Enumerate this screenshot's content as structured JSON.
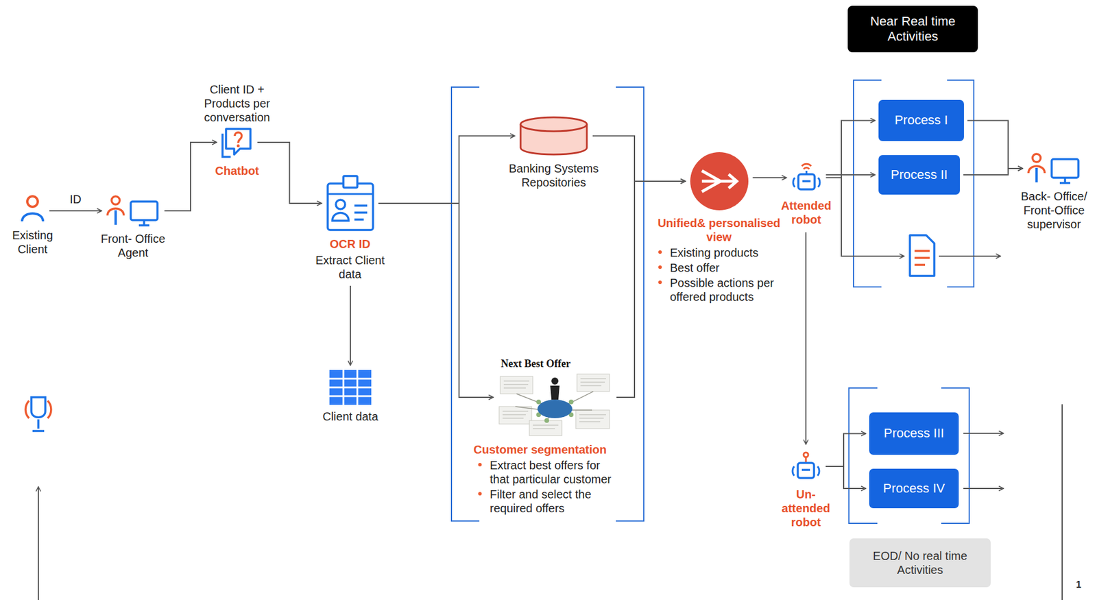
{
  "diagram": {
    "nodes": [
      {
        "text": [
          "Existing Client"
        ]
      },
      {
        "text": [
          "Front- Office Agent"
        ]
      },
      {
        "text": [
          "Client ID + Products per conversation",
          "Chatbot"
        ]
      },
      {
        "text": [
          "OCR ID",
          "Extract Client data"
        ]
      },
      {
        "text": [
          "Client data"
        ]
      },
      {
        "text": [
          "Banking Systems Repositories"
        ]
      },
      {
        "text": [
          "Customer segmentation",
          "Extract best offers for that particular customer",
          "Filter and select the required offers"
        ]
      },
      {
        "text": [
          "Unified& personalised view",
          "Existing products",
          "Best offer",
          "Possible actions per offered products"
        ]
      },
      {
        "text": [
          "Attended robot"
        ]
      },
      {
        "text": [
          "Near Real time Activities"
        ]
      },
      {
        "text": [
          "Process I"
        ]
      },
      {
        "text": [
          "Process II"
        ]
      },
      {
        "text": [
          "Back- Office/ Front-Office supervisor"
        ]
      },
      {
        "text": [
          "Un-attended robot"
        ]
      },
      {
        "text": [
          "Process III"
        ]
      },
      {
        "text": [
          "Process IV"
        ]
      },
      {
        "text": [
          "EOD/ No real time Activities"
        ]
      }
    ],
    "edges": [
      {
        "from": 0,
        "to": 1,
        "label": "ID",
        "arrow": "to"
      },
      {
        "from": 1,
        "to": 2,
        "arrow": "to"
      },
      {
        "from": 2,
        "to": 3,
        "arrow": "to"
      },
      {
        "from": 3,
        "to": 4,
        "arrow": "to"
      },
      {
        "from": 3,
        "to": 5,
        "arrow": "to"
      },
      {
        "from": 3,
        "to": 6,
        "arrow": "to"
      },
      {
        "from": 5,
        "to": 7,
        "arrow": "to"
      },
      {
        "from": 6,
        "to": 7,
        "arrow": "to"
      },
      {
        "from": 7,
        "to": 8,
        "arrow": "to"
      },
      {
        "from": 8,
        "to": 10,
        "arrow": "to"
      },
      {
        "from": 8,
        "to": 11,
        "arrow": "to"
      },
      {
        "from": 8,
        "to": 13,
        "arrow": "to"
      },
      {
        "from": 10,
        "to": 12,
        "arrow": "to"
      },
      {
        "from": 11,
        "to": 12,
        "arrow": "to"
      },
      {
        "from": 13,
        "to": 14,
        "arrow": "to"
      },
      {
        "from": 13,
        "to": 15,
        "arrow": "to"
      }
    ],
    "labels": [
      "Next Best Offer",
      "1"
    ]
  }
}
